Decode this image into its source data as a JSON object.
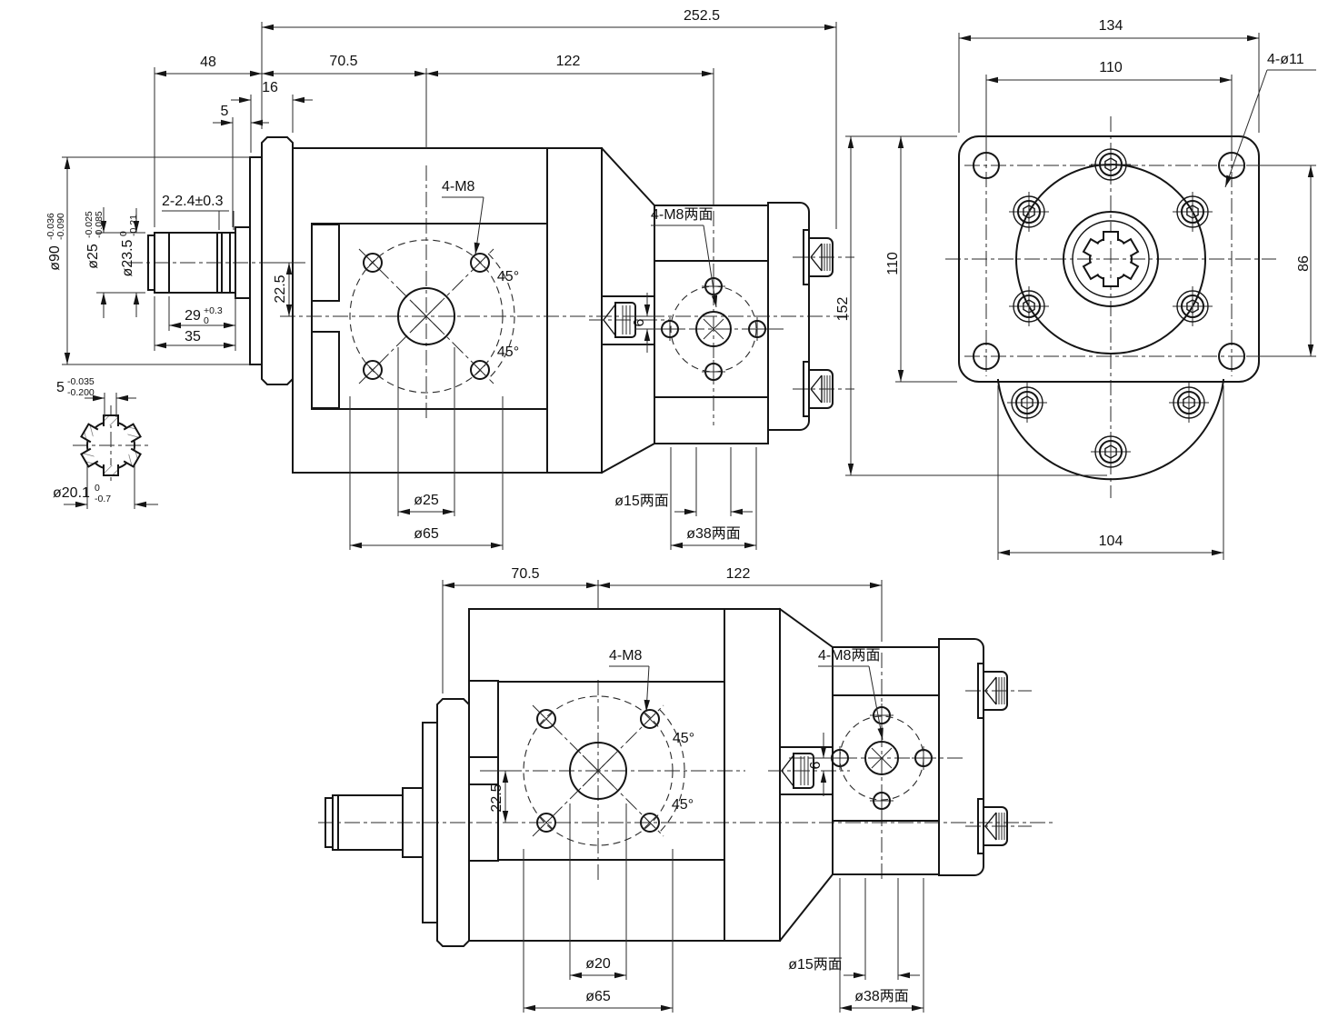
{
  "side_view": {
    "dim_overall": "252.5",
    "dim_shaft_len": "48",
    "dim_front_section": "70.5",
    "dim_rear_section": "122",
    "dim_flange_width": "16",
    "dim_groove_pos": "5",
    "dim_key_groove": "2-2.4±0.3",
    "d90": {
      "main": "ø90",
      "upper": "-0.036",
      "lower": "-0.090"
    },
    "d25": {
      "main": "ø25",
      "upper": "-0.025",
      "lower": "-0.085"
    },
    "d235": {
      "main": "ø23.5",
      "upper": "0",
      "lower": "-0.21"
    },
    "d29": {
      "main": "29",
      "upper": "+0.3",
      "lower": "0"
    },
    "dim_35": "35",
    "dim_port_offset": "22.5",
    "bolt_note": "4-M8",
    "angle_a": "45°",
    "angle_b": "45°",
    "rear_bolt_note": "4-M8两面",
    "dim_axis_offset": "6",
    "dim_center_hole": "ø25",
    "dim_bolt_circle": "ø65",
    "dim_rear_port": "ø15两面",
    "dim_rear_circle": "ø38两面"
  },
  "spline_detail": {
    "tooth": {
      "main": "5",
      "upper": "-0.035",
      "lower": "-0.200"
    },
    "dia": {
      "main": "ø20.1",
      "upper": "0",
      "lower": "-0.7"
    }
  },
  "front_view": {
    "dim_width": "134",
    "dim_hole_span_h": "110",
    "hole_note": "4-ø11",
    "dim_flange_h": "110",
    "dim_total_h": "152",
    "dim_hole_span_v": "86",
    "dim_bottom": "104"
  },
  "bottom_view": {
    "dim_front_section": "70.5",
    "dim_rear_section": "122",
    "bolt_note": "4-M8",
    "angle_a": "45°",
    "angle_b": "45°",
    "dim_port_offset": "22.5",
    "rear_bolt_note": "4-M8两面",
    "dim_axis_offset": "6",
    "dim_center_hole": "ø20",
    "dim_bolt_circle": "ø65",
    "dim_rear_port": "ø15两面",
    "dim_rear_circle": "ø38两面"
  }
}
